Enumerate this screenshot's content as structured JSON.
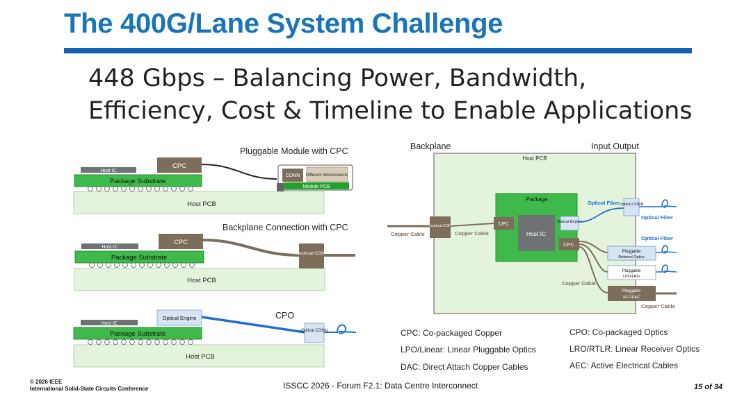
{
  "slide": {
    "title": "The 400G/Lane System Challenge",
    "subtitle_line1": "448 Gbps – Balancing Power, Bandwidth,",
    "subtitle_line2": "Efficiency, Cost & Timeline to Enable Applications"
  },
  "left_diagrams": {
    "pluggable": {
      "heading": "Pluggable Module with CPC",
      "host_ic": "Host IC",
      "cpc": "CPC",
      "package_substrate": "Package Substrate",
      "host_pcb": "Host PCB",
      "conn": "CONN",
      "different_interconnects": "Different Interconnects",
      "module_pcb": "Module PCB"
    },
    "backplane": {
      "heading": "Backplane Connection with CPC",
      "host_ic": "Host IC",
      "cpc": "CPC",
      "package_substrate": "Package Substrate",
      "host_pcb": "Host PCB",
      "electrical_conn": "Electrical CONN"
    },
    "cpo": {
      "heading": "CPO",
      "host_ic": "Host IC",
      "optical_engine": "Optical Engine",
      "package_substrate": "Package Substrate",
      "host_pcb": "Host PCB",
      "optical_conn": "Optical CONN"
    }
  },
  "right_diagram": {
    "backplane_label": "Backplane",
    "input_output_label": "Input Output",
    "host_pcb": "Host PCB",
    "package": "Package",
    "host_ic": "Host IC",
    "cpc_left": "CPC",
    "cpc_right": "CPC",
    "optical_engine": "Optical Engine",
    "electrical_conn": "Electrical CONN",
    "copper_cable_outer": "Copper Cable",
    "copper_cable_inner": "Copper Cable",
    "optical_fiber_inner": "Optical Fiber",
    "optical_conn": "Optical CONN",
    "optical_fiber_1": "Optical Fiber",
    "optical_fiber_2": "Optical Fiber",
    "pluggable_retimed_l1": "Pluggable",
    "pluggable_retimed_l2": "Retimed Optics",
    "pluggable_lpo_l1": "Pluggable",
    "pluggable_lpo_l2": "LPO/LRO",
    "pluggable_aec_l1": "Pluggable",
    "pluggable_aec_l2": "AEC/DAC",
    "copper_cable_lower": "Copper Cable",
    "copper_cable_right": "Copper Cable"
  },
  "legend": {
    "cpc": "CPC: Co-packaged Copper",
    "lpo": "LPO/Linear: Linear Pluggable Optics",
    "dac": "DAC: Direct Attach Copper Cables",
    "cpo": "CPO: Co-packaged Optics",
    "lro": "LRO/RTLR: Linear Receiver Optics",
    "aec": "AEC: Active Electrical Cables"
  },
  "footer": {
    "copyright": "© 2026 IEEE",
    "conference": "International Solid-State Circuits Conference",
    "center": "ISSCC 2026 - Forum F2.1: Data Centre Interconnect",
    "page": "15 of 34"
  },
  "colors": {
    "title_blue": "#1a75b8",
    "package_green": "#3fb94a",
    "host_pcb_green": "#e3f3dc",
    "cpc_brown": "#7d6e5b",
    "fiber_blue": "#1f6fd0"
  }
}
